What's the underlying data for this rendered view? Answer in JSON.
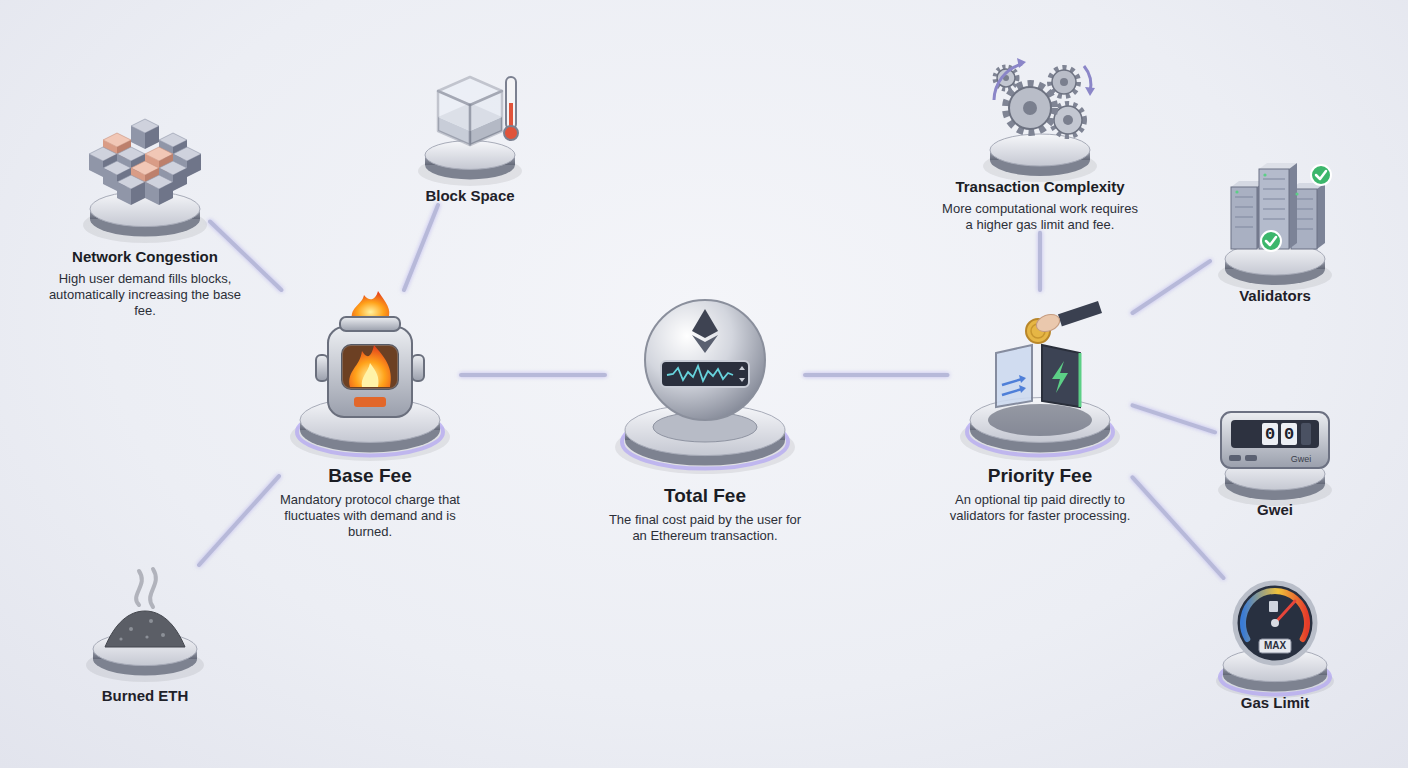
{
  "diagram": {
    "nodes": [
      {
        "text": [
          "Network Congestion",
          "High user demand fills blocks, automatically increasing the base fee."
        ]
      },
      {
        "text": [
          "Block Space"
        ]
      },
      {
        "text": [
          "Base Fee",
          "Mandatory protocol charge that fluctuates with demand and is burned."
        ]
      },
      {
        "text": [
          "Burned ETH"
        ]
      },
      {
        "text": [
          "Total Fee",
          "The final cost paid by the user for an Ethereum transaction."
        ]
      },
      {
        "text": [
          "Transaction Complexity",
          "More computational work requires a higher gas limit and fee."
        ]
      },
      {
        "text": [
          "Priority Fee",
          "An optional tip paid directly to validators for faster processing."
        ]
      },
      {
        "text": [
          "Validators"
        ]
      },
      {
        "text": [
          "Gwei"
        ]
      },
      {
        "text": [
          "Gas Limit"
        ]
      }
    ],
    "edges": [
      {
        "from": 0,
        "to": 2,
        "arrow": "none"
      },
      {
        "from": 1,
        "to": 2,
        "arrow": "none"
      },
      {
        "from": 2,
        "to": 3,
        "arrow": "none"
      },
      {
        "from": 2,
        "to": 4,
        "arrow": "none"
      },
      {
        "from": 4,
        "to": 6,
        "arrow": "none"
      },
      {
        "from": 5,
        "to": 6,
        "arrow": "none"
      },
      {
        "from": 6,
        "to": 7,
        "arrow": "none"
      },
      {
        "from": 6,
        "to": 8,
        "arrow": "none"
      },
      {
        "from": 6,
        "to": 9,
        "arrow": "none"
      }
    ],
    "labels": [
      "00",
      "Gwei",
      "MAX"
    ]
  }
}
